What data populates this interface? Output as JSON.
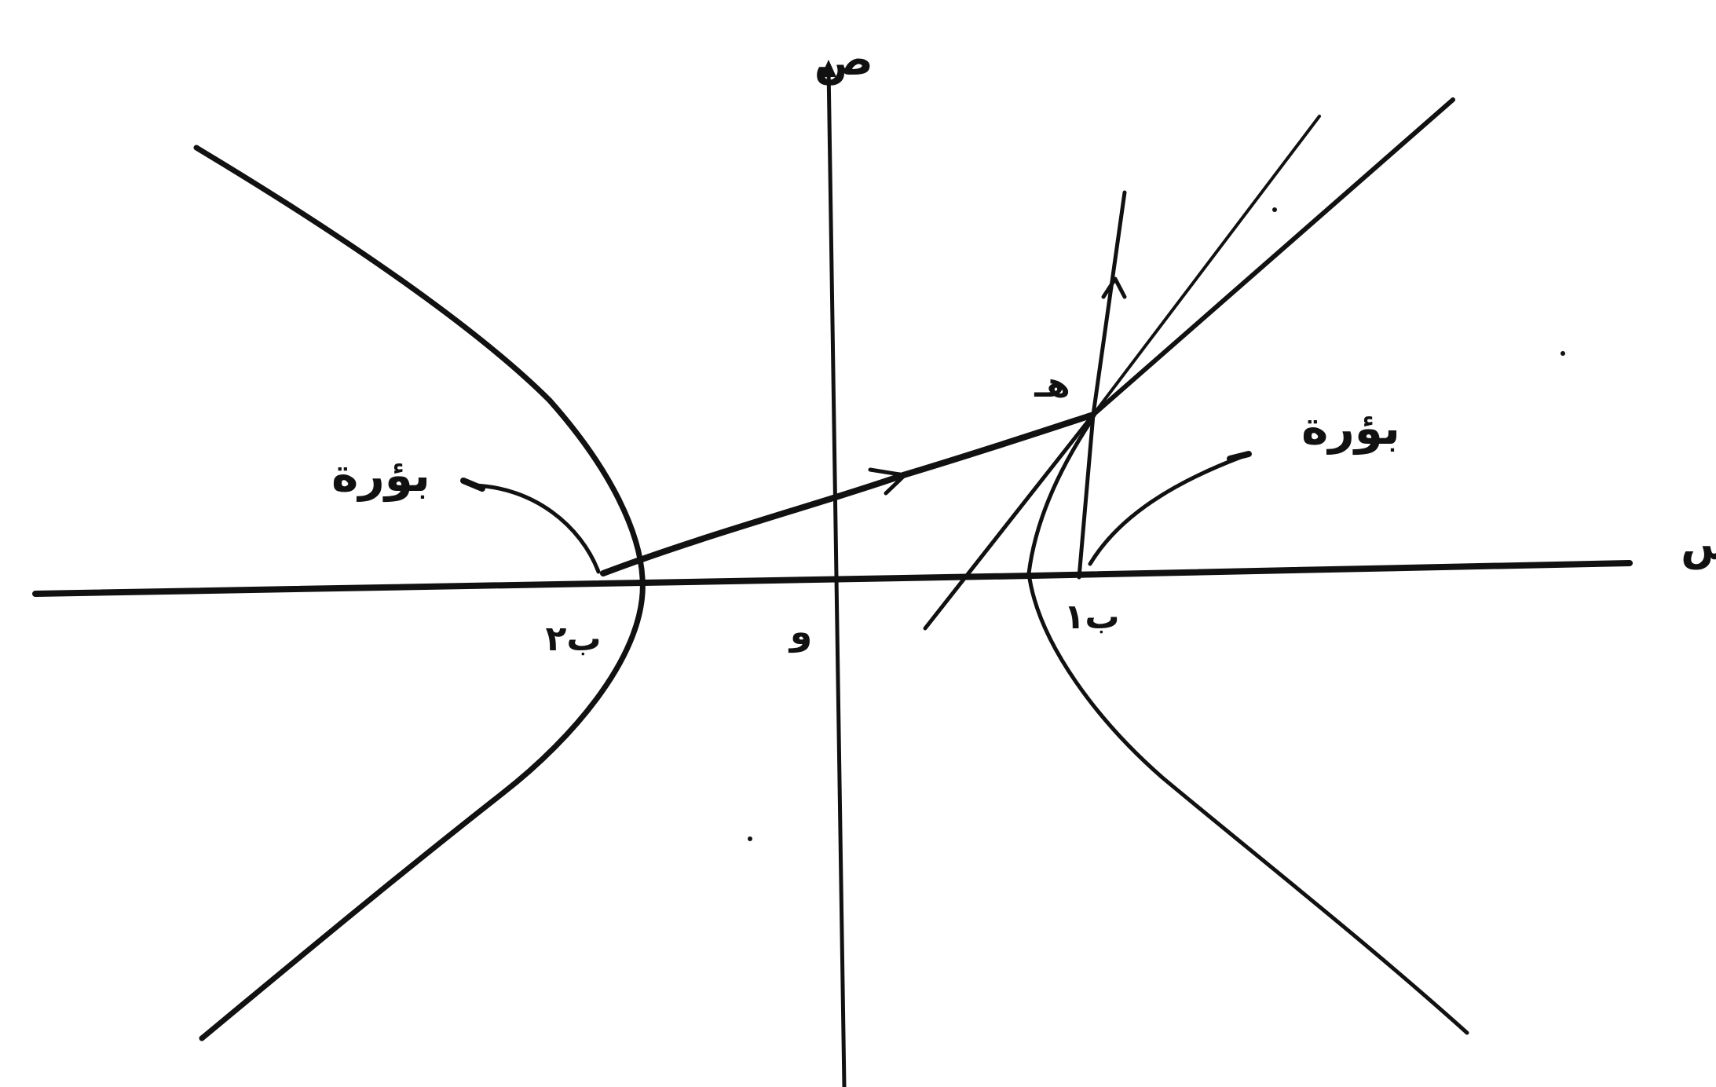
{
  "labels": {
    "y_axis": "ص",
    "x_axis": "س",
    "origin": "و",
    "focus_left": "بؤرة",
    "focus_right": "بؤرة",
    "point": "هـ",
    "focus1_mark": "ب١",
    "focus2_mark": "ب٢"
  },
  "colors": {
    "ink": "#111111",
    "paper": "#ffffff"
  }
}
